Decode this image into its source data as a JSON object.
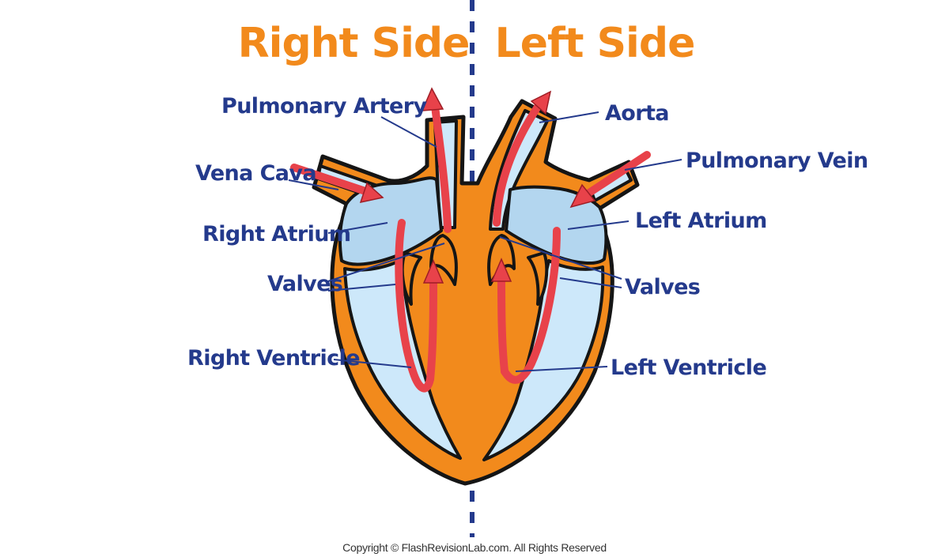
{
  "titles": {
    "right_side": "Right Side",
    "left_side": "Left Side"
  },
  "labels": {
    "pulmonary_artery": "Pulmonary Artery",
    "vena_cava": "Vena Cava",
    "right_atrium": "Right Atrium",
    "valves_right": "Valves",
    "right_ventricle": "Right Ventricle",
    "aorta": "Aorta",
    "pulmonary_vein": "Pulmonary Vein",
    "left_atrium": "Left Atrium",
    "valves_left": "Valves",
    "left_ventricle": "Left Ventricle"
  },
  "footer": {
    "copyright": "Copyright © FlashRevisionLab.com. All Rights Reserved"
  },
  "colors": {
    "title_orange": "#F28A1C",
    "label_blue": "#243A8C",
    "heart_wall": "#F28A1C",
    "chamber_blue": "#B3D6EF",
    "blood_flow_red": "#E8424A",
    "divider_blue": "#243A8C"
  }
}
